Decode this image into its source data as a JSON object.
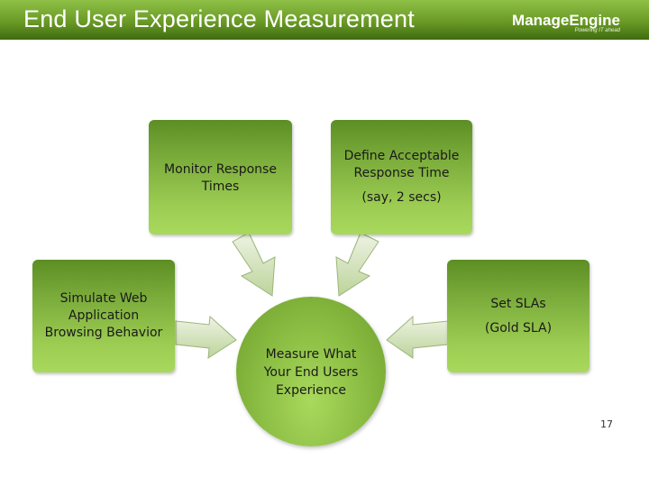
{
  "header": {
    "title": "End User Experience Measurement",
    "logo_brand": "ManageEngine",
    "logo_tagline": "Powering IT ahead"
  },
  "diagram": {
    "monitor": {
      "line1": "Monitor Response",
      "line2": "Times"
    },
    "define": {
      "line1": "Define Acceptable",
      "line2": "Response Time",
      "line3": "(say, 2 secs)"
    },
    "simulate": {
      "line1": "Simulate Web",
      "line2": "Application",
      "line3": "Browsing Behavior"
    },
    "sla": {
      "line1": "Set SLAs",
      "line2": "(Gold SLA)"
    },
    "measure": {
      "line1": "Measure What",
      "line2": "Your End Users",
      "line3": "Experience"
    }
  },
  "page_number": "17",
  "colors": {
    "header_green": "#6a9a26",
    "box_green": "#8ec046",
    "arrow_fill": "#d7e3c2"
  }
}
